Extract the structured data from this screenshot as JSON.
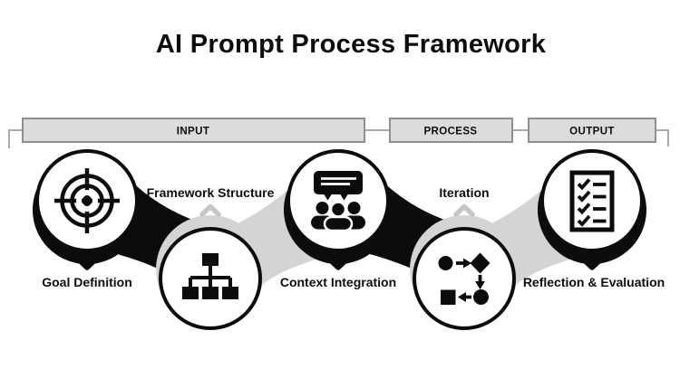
{
  "title": "AI Prompt Process Framework",
  "phases": [
    {
      "label": "INPUT"
    },
    {
      "label": "PROCESS"
    },
    {
      "label": "OUTPUT"
    }
  ],
  "nodes": [
    {
      "label": "Goal Definition",
      "icon": "target-icon",
      "row": "top",
      "chevron": "down"
    },
    {
      "label": "Framework Structure",
      "icon": "hierarchy-icon",
      "row": "bottom",
      "chevron": "up"
    },
    {
      "label": "Context Integration",
      "icon": "group-discussion-icon",
      "row": "top",
      "chevron": "down"
    },
    {
      "label": "Iteration",
      "icon": "workflow-shapes-icon",
      "row": "bottom",
      "chevron": "up"
    },
    {
      "label": "Reflection & Evaluation",
      "icon": "checklist-icon",
      "row": "top",
      "chevron": "down"
    }
  ],
  "colors": {
    "ink": "#0d0d0d",
    "ribbon_black": "#0c0c0c",
    "ribbon_gray": "#d4d4d4",
    "bar_fill": "#dcdcdc",
    "bar_border": "#8f8f8f",
    "connector_line": "#ababab",
    "chevron_gray": "#c6c6c6",
    "background": "#ffffff"
  }
}
